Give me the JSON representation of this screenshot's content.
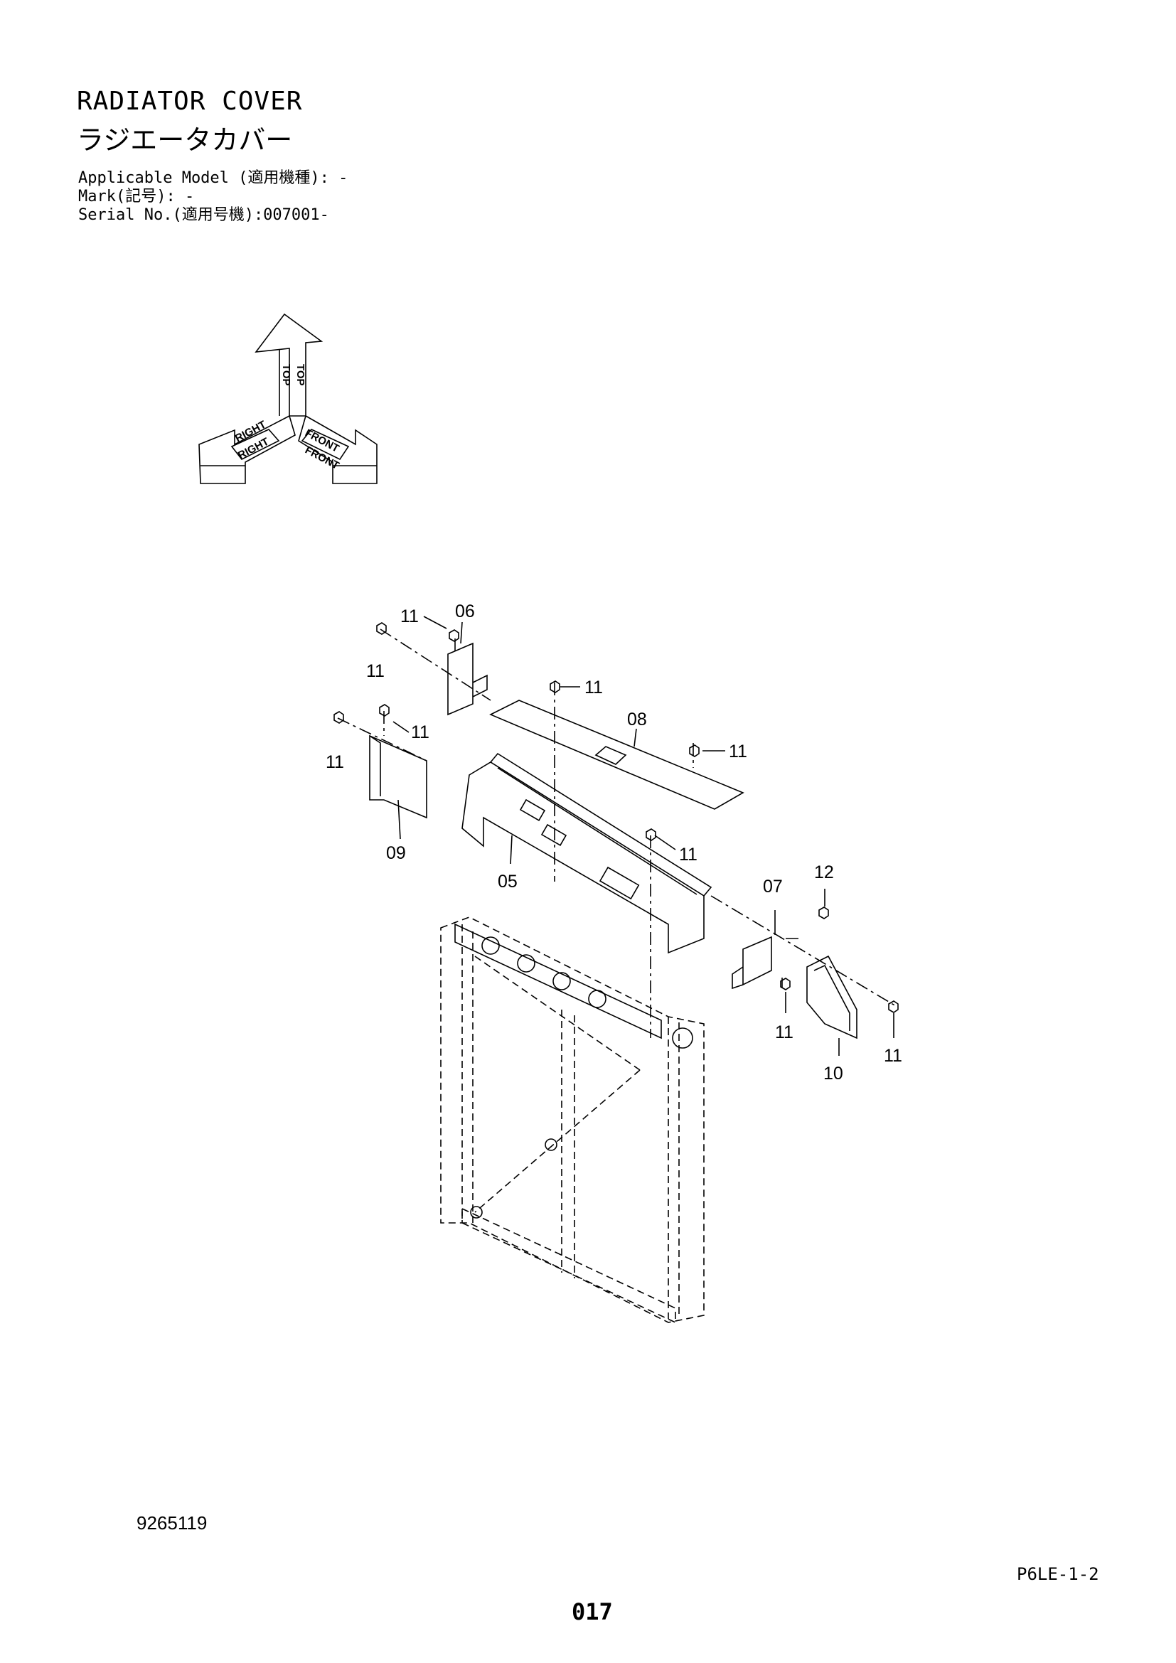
{
  "header": {
    "title_en": "RADIATOR COVER",
    "title_jp": "ラジエータカバー",
    "applicable_model": "Applicable Model (適用機種): -",
    "mark": "Mark(記号): -",
    "serial_no": "Serial No.(適用号機):007001-"
  },
  "orientation": {
    "top": "TOP",
    "right": "RIGHT",
    "front": "FRONT"
  },
  "callouts": [
    {
      "id": "11",
      "label": "11"
    },
    {
      "id": "06",
      "label": "06"
    },
    {
      "id": "08",
      "label": "08"
    },
    {
      "id": "09",
      "label": "09"
    },
    {
      "id": "05",
      "label": "05"
    },
    {
      "id": "07",
      "label": "07"
    },
    {
      "id": "12",
      "label": "12"
    },
    {
      "id": "10",
      "label": "10"
    }
  ],
  "footer": {
    "drawing_number": "9265119",
    "page_code": "P6LE-1-2",
    "page_number": "017"
  }
}
